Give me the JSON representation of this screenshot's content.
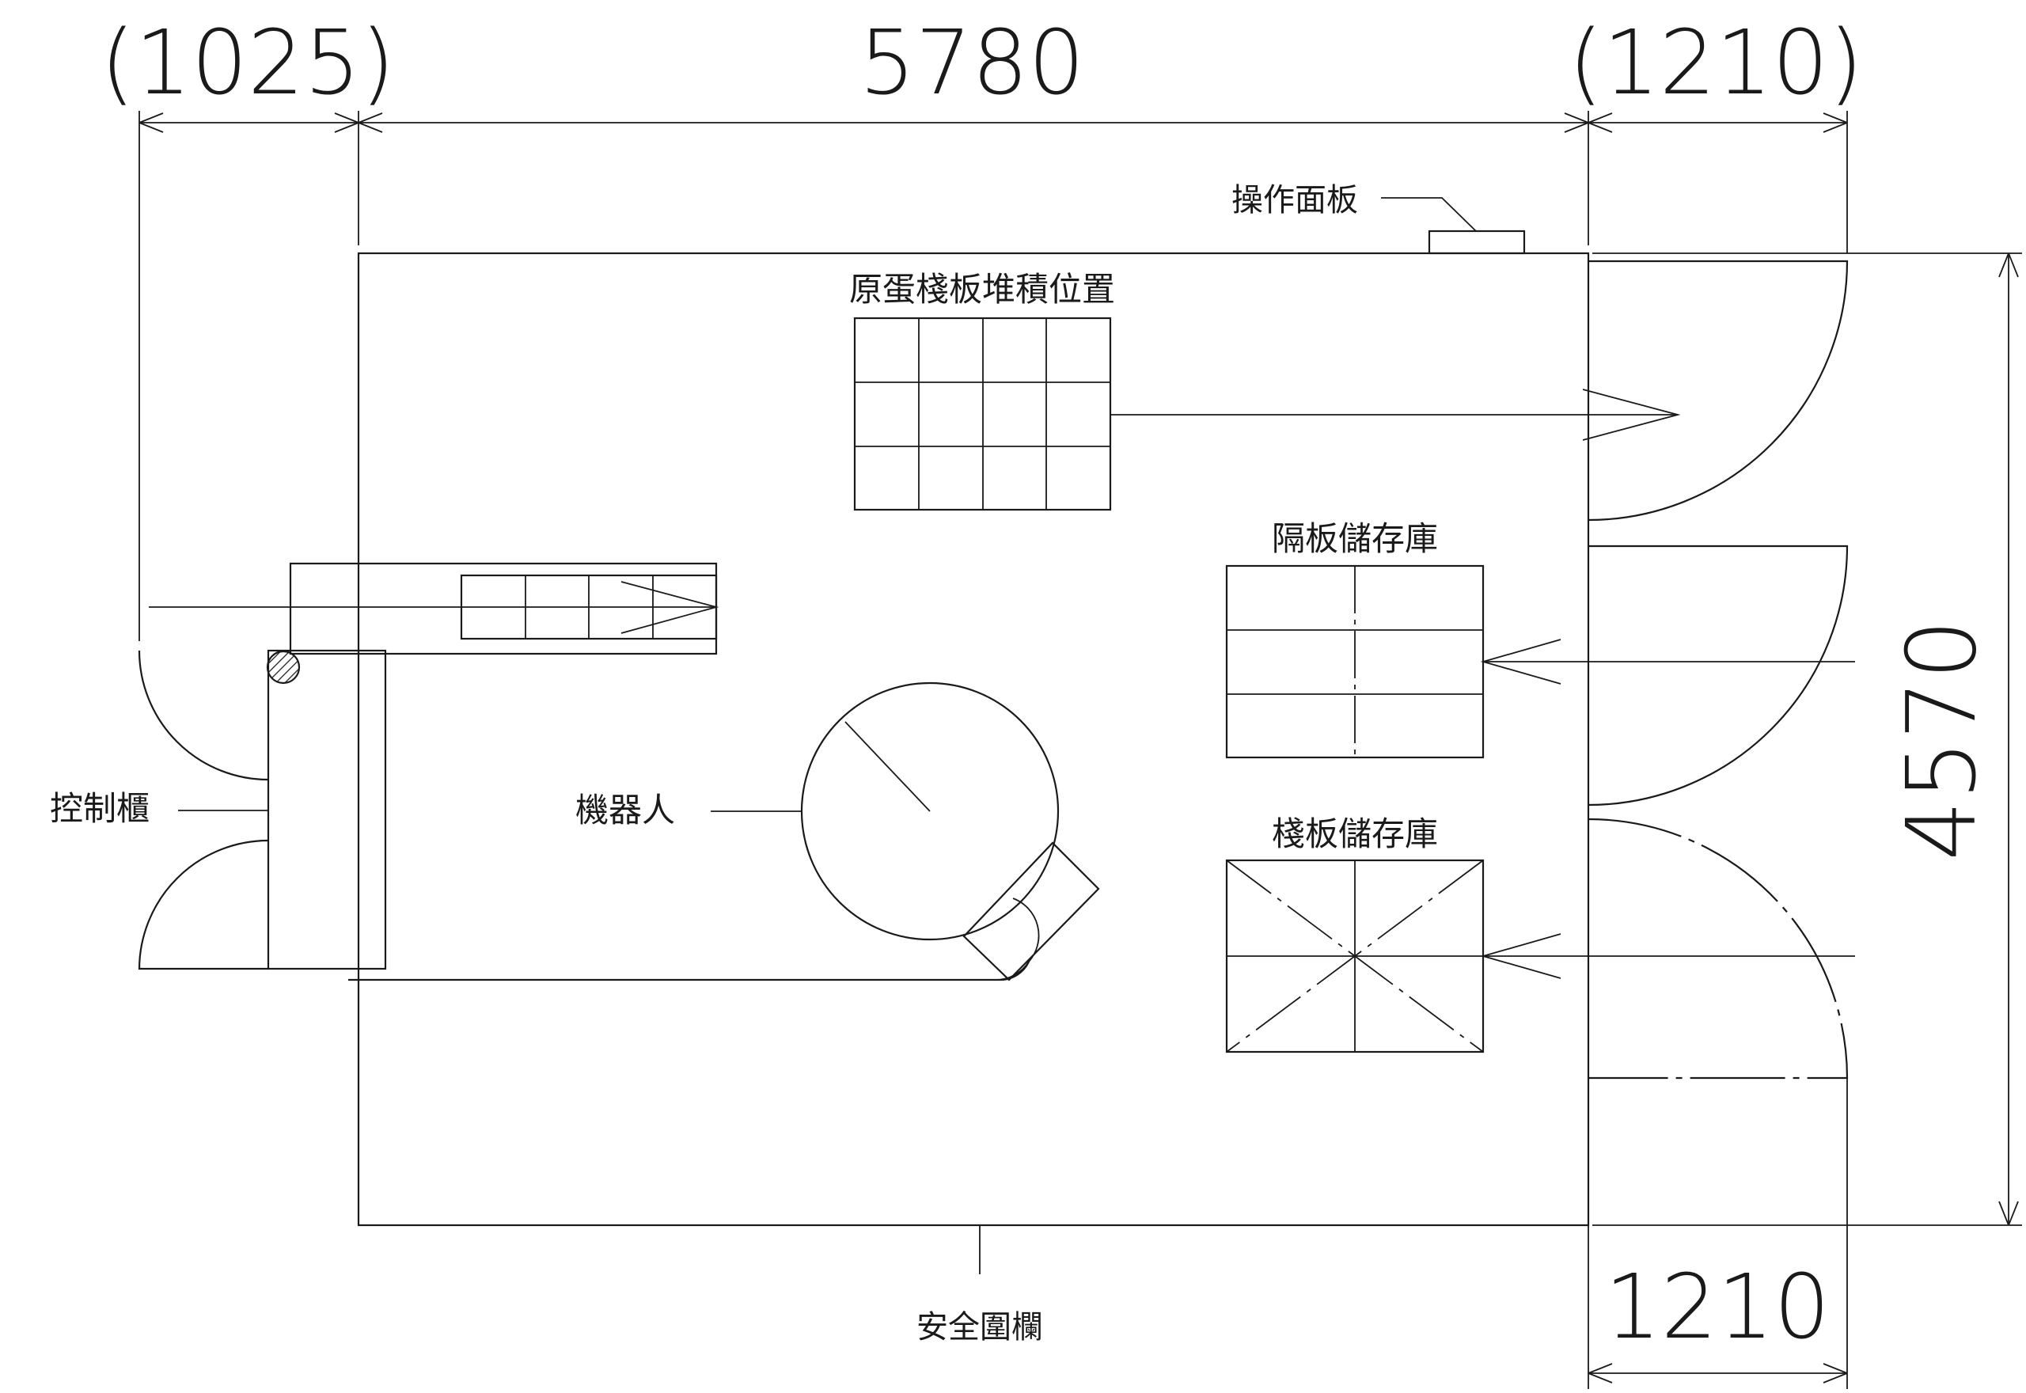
{
  "dimensions": {
    "left_width": "(1025)",
    "main_width": "5780",
    "right_width_top": "(1210)",
    "right_width_bottom": "1210",
    "height": "4570"
  },
  "labels": {
    "operation_panel": "操作面板",
    "raw_pallet_stack": "原蛋棧板堆積位置",
    "divider_storage": "隔板儲存庫",
    "pallet_storage": "棧板儲存庫",
    "control_cabinet": "控制櫃",
    "robot": "機器人",
    "safety_fence": "安全圍欄"
  }
}
